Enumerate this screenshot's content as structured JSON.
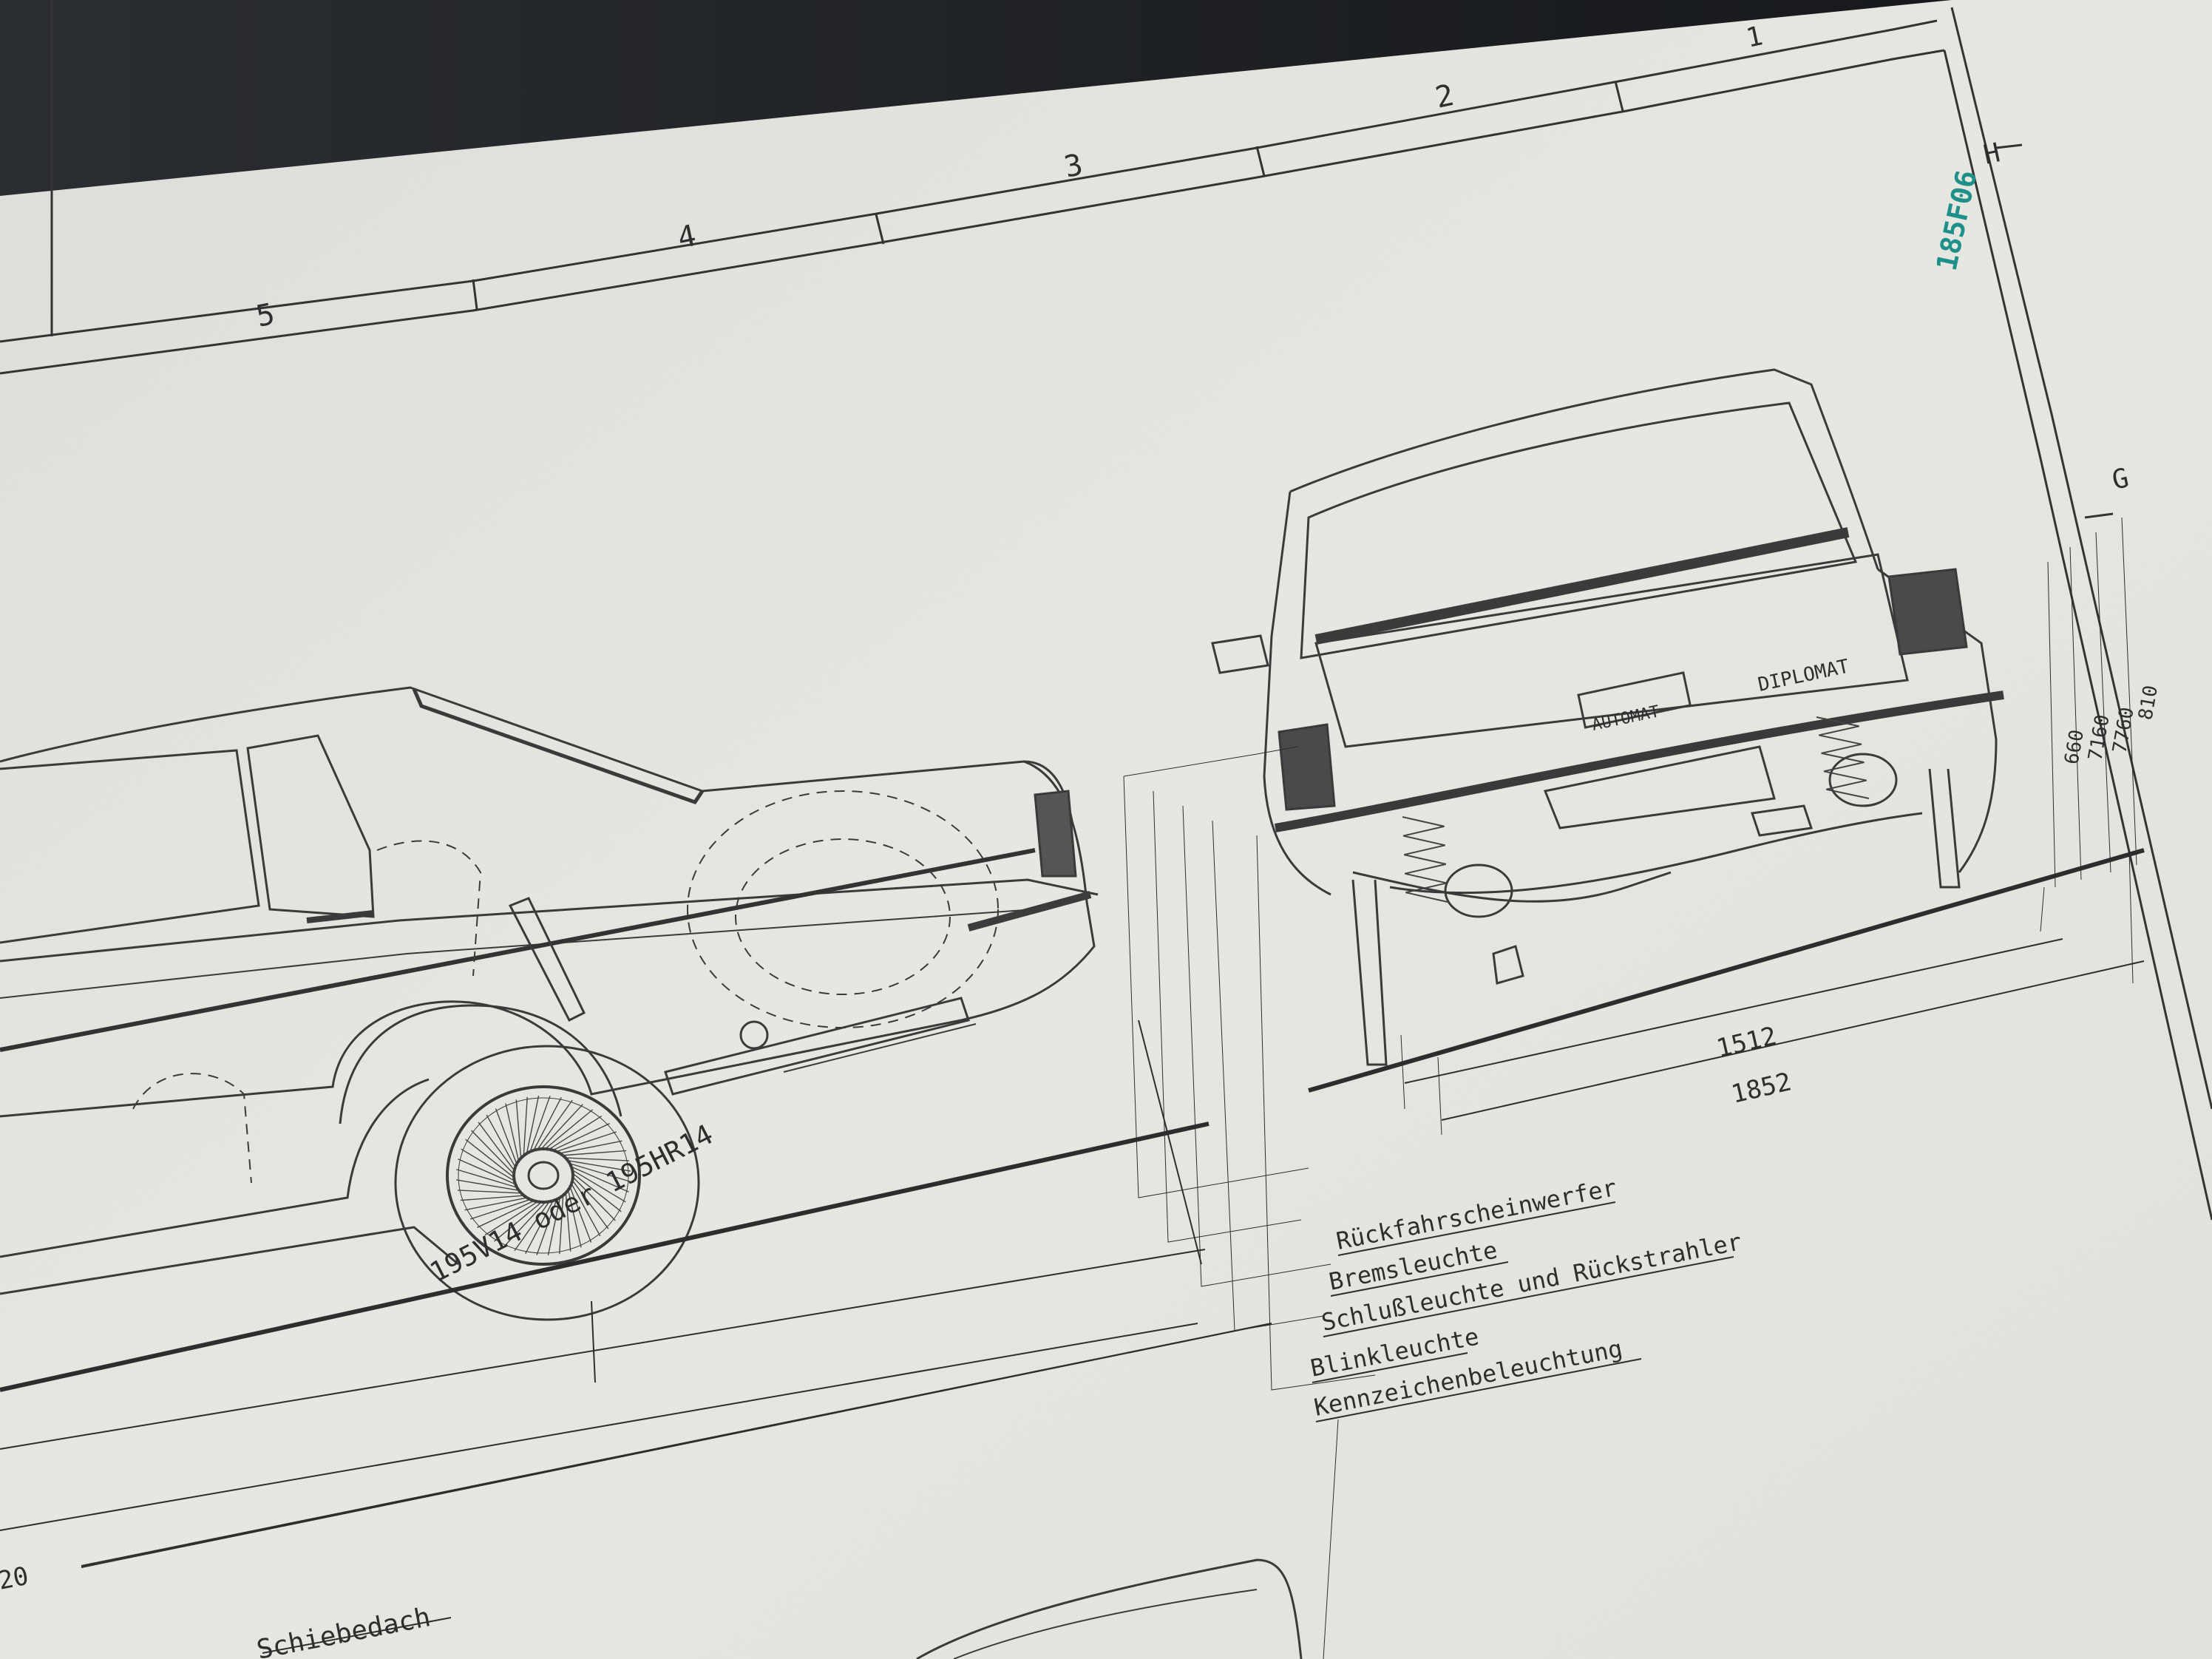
{
  "frame": {
    "zone_numbers": [
      "1",
      "2",
      "3",
      "4",
      "5"
    ],
    "zone_letters": [
      "H",
      "G"
    ]
  },
  "stamp": {
    "text": "185F06",
    "color": "#1f8f8a"
  },
  "car_badges": {
    "automat": "AUTOMAT",
    "diplomat": "DIPLOMAT"
  },
  "tire_label": "195V14 oder 195HR14",
  "dimensions": {
    "heights": [
      "660",
      "7160",
      "7760",
      "810"
    ],
    "track": "1512",
    "width": "1852"
  },
  "callouts": [
    "Rückfahrscheinwerfer",
    "Bremsleuchte",
    "Schlußleuchte und Rückstrahler",
    "Blinkleuchte",
    "Kennzeichenbeleuchtung"
  ],
  "bottom": {
    "partial_number": "20",
    "sunroof_label": "Schiebedach"
  },
  "colors": {
    "paper": "#e6e6e1",
    "ink": "#2e2e2e",
    "stamp": "#1f8f8a",
    "background": "#1f2226"
  }
}
